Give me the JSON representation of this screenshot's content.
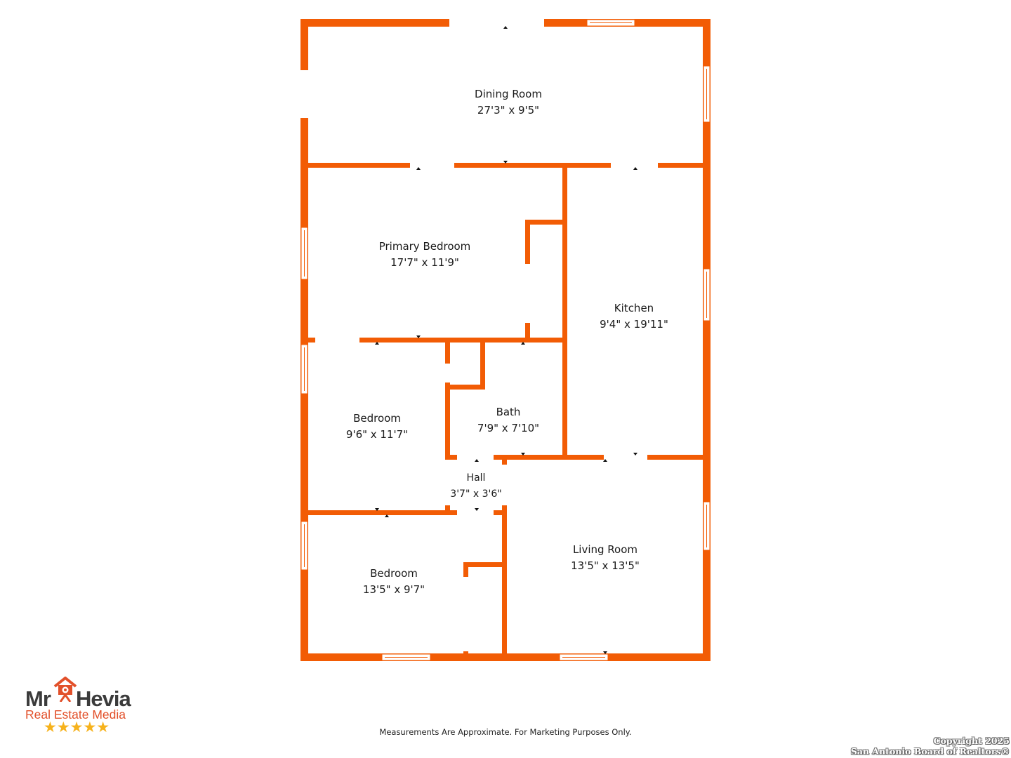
{
  "colors": {
    "wall": "#F25C05",
    "window_fill": "#FFFFFF",
    "text": "#1A1A1A"
  },
  "rooms": [
    {
      "name": "Dining Room",
      "dims": "27'3\" x 9'5\""
    },
    {
      "name": "Primary Bedroom",
      "dims": "17'7\" x 11'9\""
    },
    {
      "name": "Kitchen",
      "dims": "9'4\" x 19'11\""
    },
    {
      "name": "Bedroom",
      "dims": "9'6\" x 11'7\""
    },
    {
      "name": "Bath",
      "dims": "7'9\" x 7'10\""
    },
    {
      "name": "Hall",
      "dims": "3'7\" x 3'6\""
    },
    {
      "name": "Living Room",
      "dims": "13'5\" x 13'5\""
    },
    {
      "name": "Bedroom",
      "dims": "13'5\" x 9'7\""
    }
  ],
  "footer": {
    "disclaimer": "Measurements Are Approximate. For Marketing Purposes Only.",
    "copyright_line1": "Copyright 2025",
    "copyright_line2": "San Antonio Board of Realtors®"
  },
  "logo": {
    "brand_a": "Mr",
    "brand_b": "Hevia",
    "tagline": "Real Estate Media",
    "stars": "★★★★★",
    "rating": 5
  }
}
